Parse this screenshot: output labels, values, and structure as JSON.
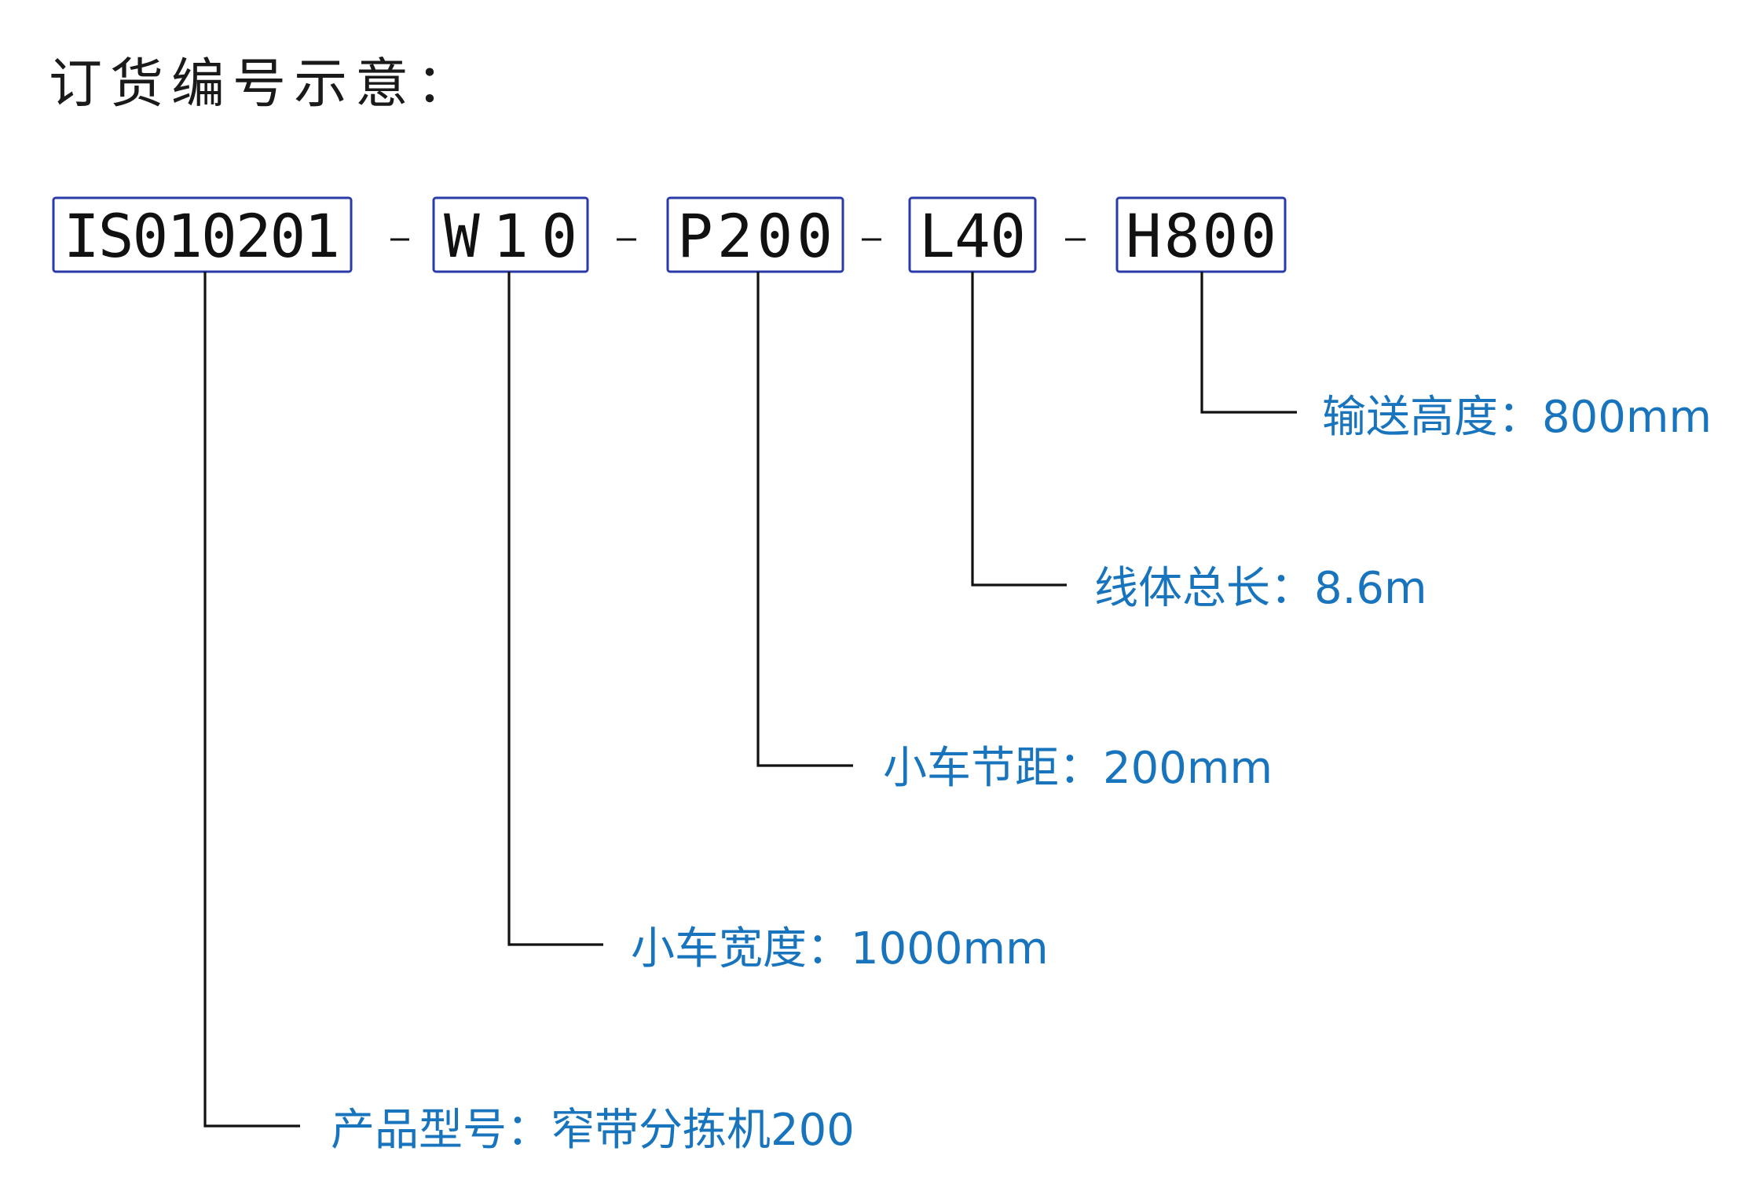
{
  "title": "订货编号示意：",
  "segments": [
    {
      "code": "IS010201",
      "label": "产品型号：窄带分拣机200"
    },
    {
      "code": "W10",
      "label": "小车宽度：1000mm"
    },
    {
      "code": "P200",
      "label": "小车节距：200mm"
    },
    {
      "code": "L40",
      "label": "线体总长：8.6m"
    },
    {
      "code": "H800",
      "label": "输送高度：800mm"
    }
  ],
  "colors": {
    "box_border": "#2a3aa8",
    "label_text": "#1874bd",
    "line": "#111111"
  }
}
